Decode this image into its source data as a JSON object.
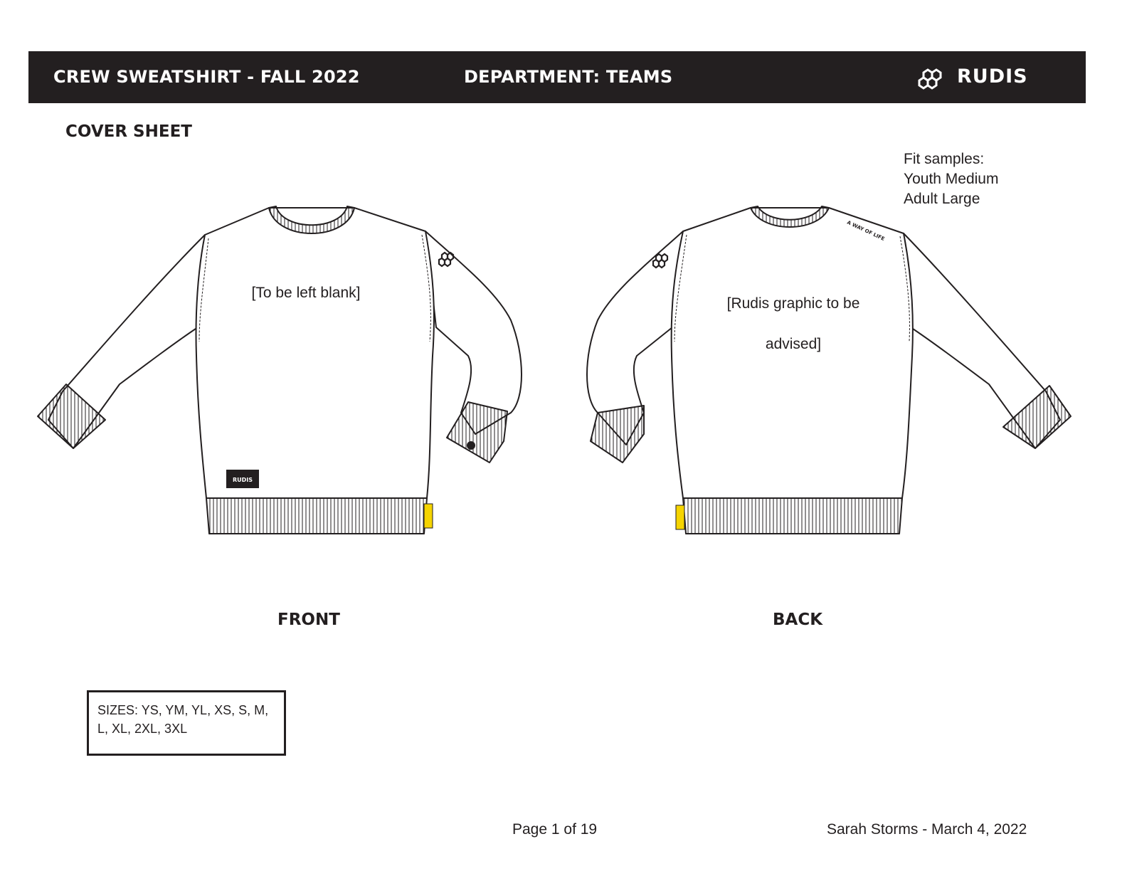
{
  "header": {
    "title": "CREW SWEATSHIRT - FALL 2022",
    "department": "DEPARTMENT: TEAMS",
    "brand": "RUDIS"
  },
  "section_title": "COVER SHEET",
  "fit_samples": {
    "heading": "Fit samples:",
    "items": [
      "Youth Medium",
      "Adult Large"
    ]
  },
  "front": {
    "note": "[To be left blank]",
    "label": "FRONT",
    "patch_text": "RUDIS"
  },
  "back": {
    "note_line1": "[Rudis graphic to be",
    "note_line2": "advised]",
    "label": "BACK",
    "shoulder_text": "A WAY OF LIFE"
  },
  "sizes": {
    "line1": "SIZES: YS, YM, YL, XS, S, M,",
    "line2": "L, XL, 2XL, 3XL"
  },
  "footer": {
    "page": "Page 1 of 19",
    "author_date": "Sarah Storms - March 4, 2022"
  },
  "colors": {
    "ink": "#231f20",
    "accent_tag": "#f5d400"
  }
}
